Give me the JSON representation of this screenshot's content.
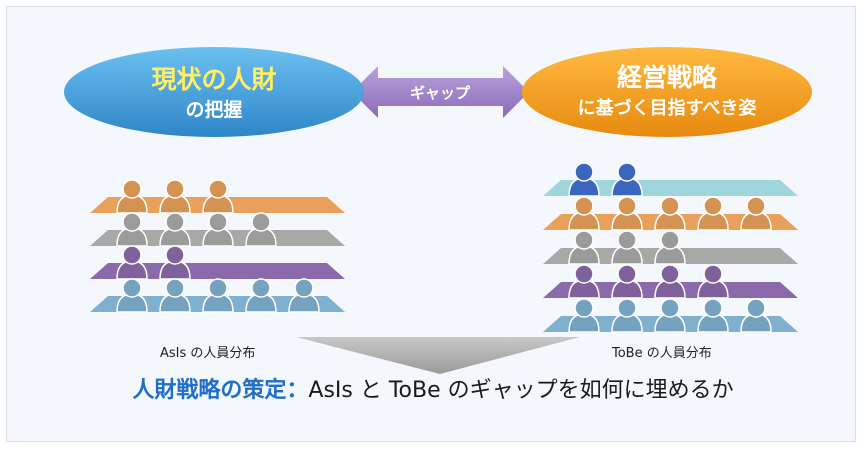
{
  "left_goal": {
    "line1": "現状の人財",
    "line2": "の把握"
  },
  "right_goal": {
    "line1": "経営戦略",
    "line2": "に基づく目指すべき姿"
  },
  "gap_arrow_label": "ギャップ",
  "asis_caption": "AsIs の人員分布",
  "tobe_caption": "ToBe の人員分布",
  "strategy": {
    "highlight": "人財戦略の策定",
    "separator": "：",
    "text": "AsIs と ToBe のギャップを如何に埋めるか"
  },
  "colors": {
    "left_ellipse": "#3a9ad9",
    "right_ellipse": "#f0a020",
    "gap_arrow": "#9b7fc3",
    "highlight_text": "#1f6fc8",
    "tier_orange": "#e8a05a",
    "tier_gray": "#a8a8a8",
    "tier_purple": "#8a6aaa",
    "tier_blue": "#7fb0d0",
    "tier_cyan": "#9fd6dc",
    "person_navy": "#3f6fd0"
  },
  "asis_distribution": [
    {
      "tier": "orange",
      "people": 3
    },
    {
      "tier": "gray",
      "people": 4
    },
    {
      "tier": "purple",
      "people": 2
    },
    {
      "tier": "blue",
      "people": 5
    }
  ],
  "tobe_distribution": [
    {
      "tier": "cyan",
      "people": 2
    },
    {
      "tier": "orange",
      "people": 5
    },
    {
      "tier": "gray",
      "people": 3
    },
    {
      "tier": "purple",
      "people": 4
    },
    {
      "tier": "blue",
      "people": 5
    }
  ]
}
